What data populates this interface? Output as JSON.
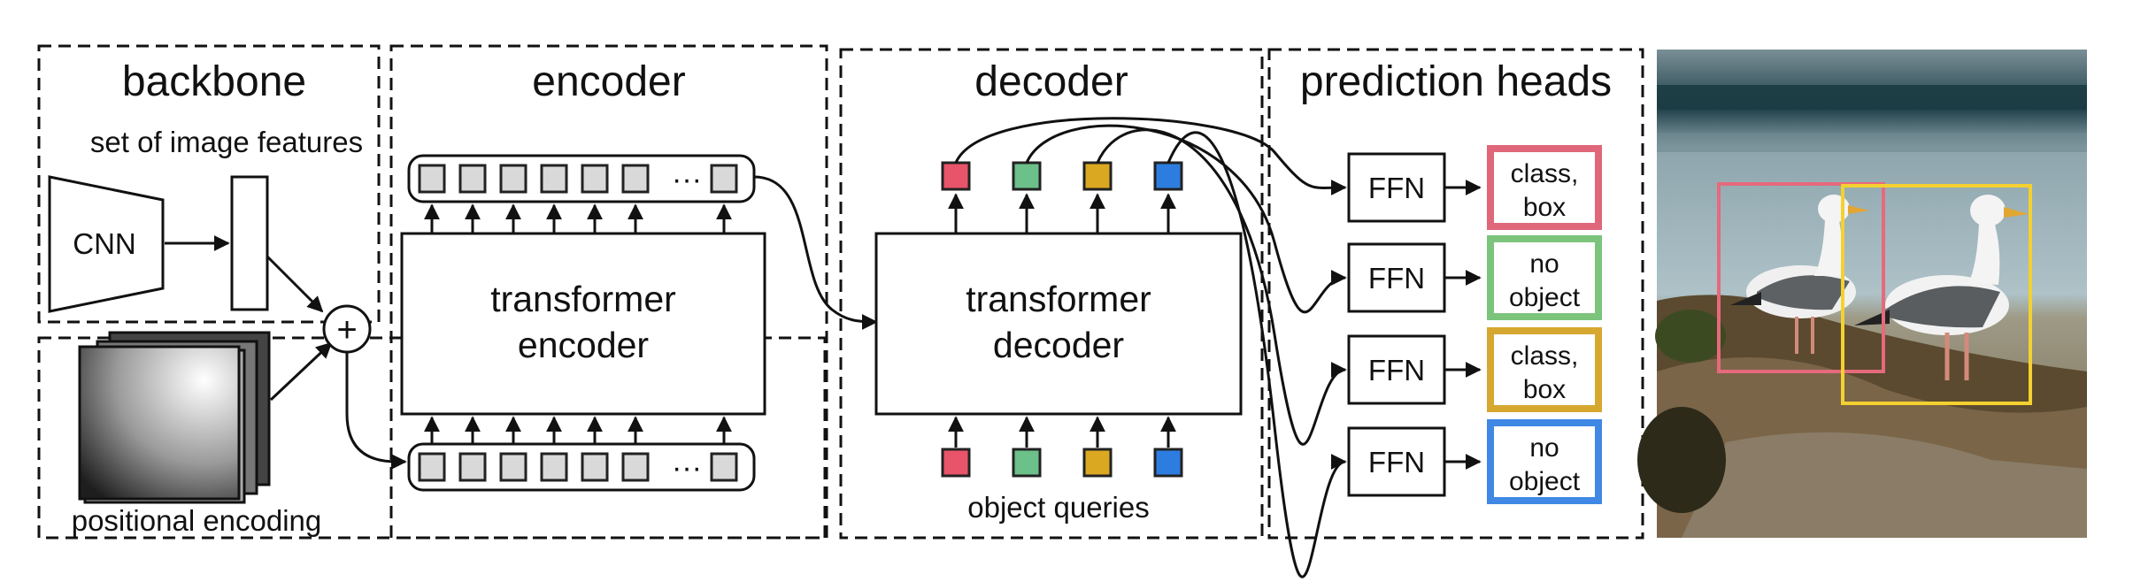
{
  "sections": {
    "backbone": "backbone",
    "encoder": "encoder",
    "decoder": "decoder",
    "prediction_heads": "prediction heads"
  },
  "backbone": {
    "cnn_label": "CNN",
    "features_label": "set of image features",
    "positional_label": "positional encoding",
    "add_symbol": "+"
  },
  "encoder": {
    "line1": "transformer",
    "line2": "encoder",
    "ellipsis": "···"
  },
  "decoder": {
    "line1": "transformer",
    "line2": "decoder",
    "queries_label": "object queries"
  },
  "heads": [
    {
      "ffn": "FFN",
      "out1": "class,",
      "out2": "box",
      "color": "#e0667a"
    },
    {
      "ffn": "FFN",
      "out1": "no",
      "out2": "object",
      "color": "#7cc47c"
    },
    {
      "ffn": "FFN",
      "out1": "class,",
      "out2": "box",
      "color": "#d6a830"
    },
    {
      "ffn": "FFN",
      "out1": "no",
      "out2": "object",
      "color": "#3f88e4"
    }
  ],
  "query_colors": [
    "#e8546a",
    "#6cc08a",
    "#dba821",
    "#2d7de0"
  ],
  "photo": {
    "box1_color": "#e56a7c",
    "box2_color": "#f4d130"
  }
}
